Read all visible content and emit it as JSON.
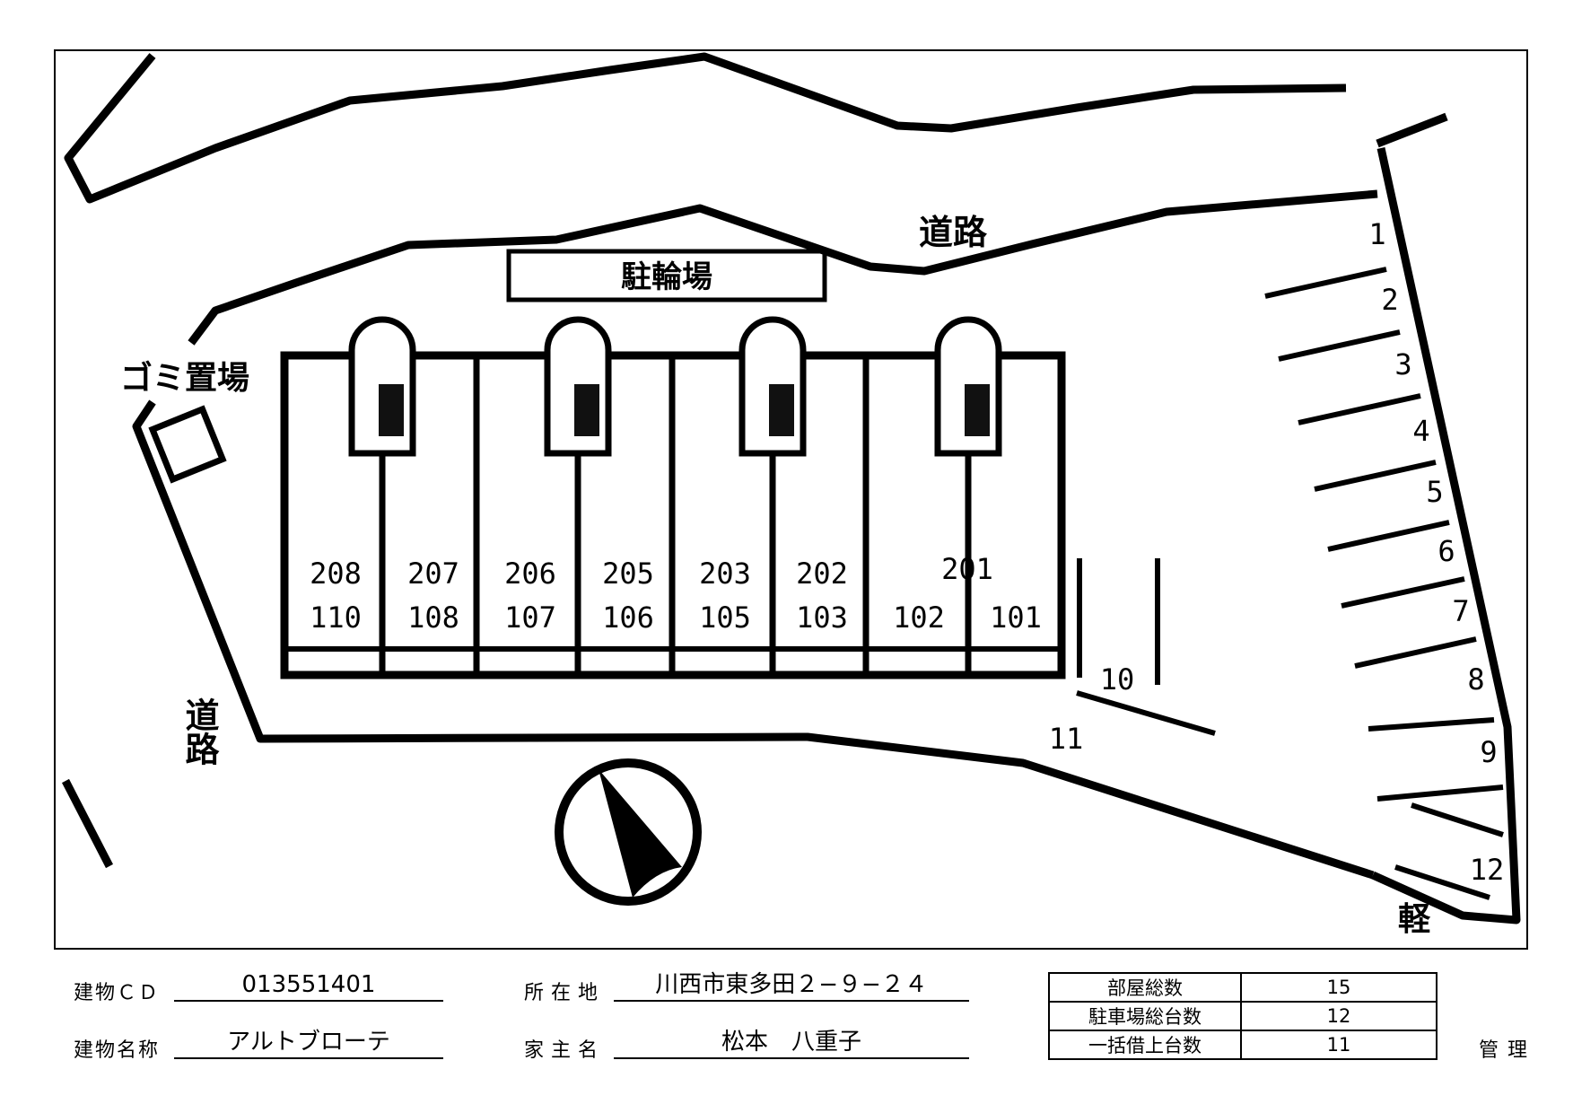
{
  "map": {
    "labels": {
      "road_north": "道路",
      "road_west": "道路",
      "bicycle_parking": "駐輪場",
      "garbage_area": "ゴミ置場",
      "light_vehicle": "軽"
    },
    "units_upper": [
      "208",
      "207",
      "206",
      "205",
      "203",
      "202",
      "201"
    ],
    "units_lower": [
      "110",
      "108",
      "107",
      "106",
      "105",
      "103",
      "102",
      "101"
    ],
    "parking_spaces": [
      "1",
      "2",
      "3",
      "4",
      "5",
      "6",
      "7",
      "8",
      "9",
      "10",
      "11",
      "12"
    ],
    "compass_icon": "north-arrow-icon"
  },
  "footer": {
    "building_cd_label": "建物ＣＤ",
    "building_cd_value": "013551401",
    "building_name_label": "建物名称",
    "building_name_value": "アルトブローテ",
    "address_label": "所在地",
    "address_value": "川西市東多田２−９−２４",
    "owner_label": "家主名",
    "owner_value": "松本　八重子",
    "stats": [
      {
        "label": "部屋総数",
        "value": "15"
      },
      {
        "label": "駐車場総台数",
        "value": "12"
      },
      {
        "label": "一括借上台数",
        "value": "11"
      }
    ],
    "management_label": "管理"
  }
}
